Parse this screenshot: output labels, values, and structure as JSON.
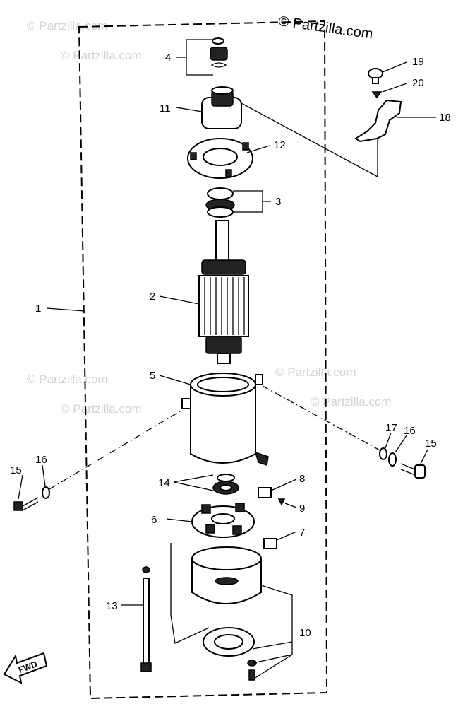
{
  "copyright": "© Partzilla.com",
  "watermark": "© Partzilla.com",
  "fwd_label": "FWD",
  "labels": {
    "p1": "1",
    "p2": "2",
    "p3": "3",
    "p4": "4",
    "p5": "5",
    "p6": "6",
    "p7": "7",
    "p8": "8",
    "p9": "9",
    "p10": "10",
    "p11": "11",
    "p12": "12",
    "p13": "13",
    "p14": "14",
    "p15_left": "15",
    "p15_right": "15",
    "p16_left": "16",
    "p16_right": "16",
    "p17": "17",
    "p18": "18",
    "p19": "19",
    "p20": "20"
  }
}
